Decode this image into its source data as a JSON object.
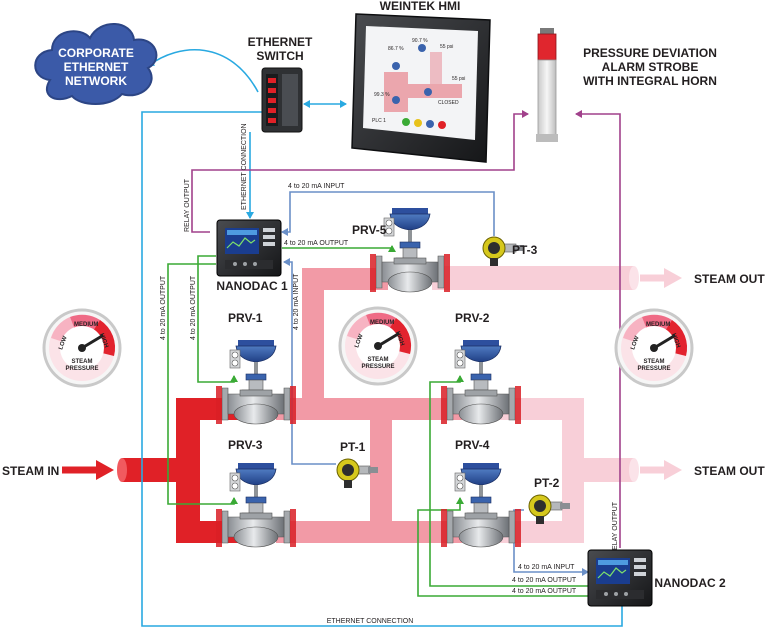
{
  "title": "WEINTEK HMI",
  "cloud": {
    "line1": "CORPORATE",
    "line2": "ETHERNET",
    "line3": "NETWORK"
  },
  "switch": {
    "line1": "ETHERNET",
    "line2": "SWITCH"
  },
  "strobe": {
    "line1": "PRESSURE DEVIATION",
    "line2": "ALARM STROBE",
    "line3": "WITH INTEGRAL HORN"
  },
  "nanodac1": "NANODAC 1",
  "nanodac2": "NANODAC 2",
  "valves": {
    "prv1": "PRV-1",
    "prv2": "PRV-2",
    "prv3": "PRV-3",
    "prv4": "PRV-4",
    "prv5": "PRV-5"
  },
  "transmitters": {
    "pt1": "PT-1",
    "pt2": "PT-2",
    "pt3": "PT-3"
  },
  "flows": {
    "steam_in": "STEAM IN",
    "steam_out": "STEAM OUT"
  },
  "gauge": {
    "low": "LOW",
    "medium": "MEDIUM",
    "high": "HIGH",
    "line1": "STEAM",
    "line2": "PRESSURE"
  },
  "wires": {
    "ethernet_connection": "ETHERNET CONNECTION",
    "relay_output": "RELAY OUTPUT",
    "ma_input": "4 to 20 mA INPUT",
    "ma_output": "4 to 20 mA OUTPUT"
  },
  "hmi_screen": {
    "r1": "86.7 %",
    "r2": "90.7 %",
    "r3": "99.3 %",
    "r4": "CLOSED",
    "r5": "55 psi",
    "r6": "55 psi",
    "r7": "PLC 1"
  },
  "colors": {
    "pipe_in": "#e02127",
    "pipe_mid": "#f29aa6",
    "pipe_out": "#f8cfd8",
    "ethernet": "#29a9e1",
    "relay": "#a1418b",
    "input_wire": "#6a8fc7",
    "output_wire": "#3aaa35"
  }
}
